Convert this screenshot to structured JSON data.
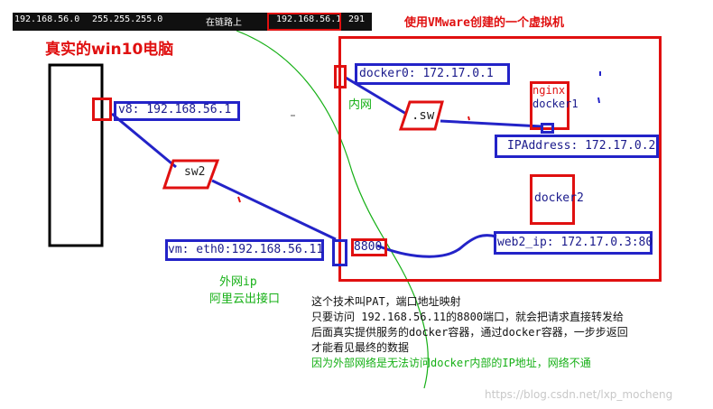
{
  "top_bar": {
    "col1": "192.168.56.0",
    "col2": "255.255.255.0",
    "col3": "在链路上",
    "col4": "192.168.56.1",
    "col5": "291"
  },
  "host": {
    "title": "真实的win10电脑",
    "v8_label": "v8: 192.168.56.1",
    "switch_label": "sw2",
    "eth0_label": "vm: eth0:192.168.56.11",
    "external_ip_label": "外网ip",
    "aliyun_label": "阿里云出接口"
  },
  "vm": {
    "title": "使用VMware创建的一个虚拟机",
    "docker0_label": "docker0: 172.17.0.1",
    "internal_label": "内网",
    "switch_label": ".sw",
    "nginx_label": "nginx",
    "docker1_label": "docker1",
    "ipaddress_label": "IPAddress: 172.17.0.2",
    "docker2_label": "docker2",
    "port_label": "8800",
    "web2_label": "web2_ip: 172.17.0.3:80"
  },
  "notes": [
    "这个技术叫PAT，端口地址映射",
    "只要访问 192.168.56.11的8800端口，就会把请求直接转发给",
    "后面真实提供服务的docker容器，通过docker容器，一步步返回",
    "才能看见最终的数据",
    "因为外部网络是无法访问docker内部的IP地址，网络不通"
  ],
  "watermark": "https://blog.csdn.net/lxp_mocheng",
  "colors": {
    "blue": "#2323c8",
    "red": "#e01010",
    "green": "#16b016",
    "black": "#000000"
  }
}
